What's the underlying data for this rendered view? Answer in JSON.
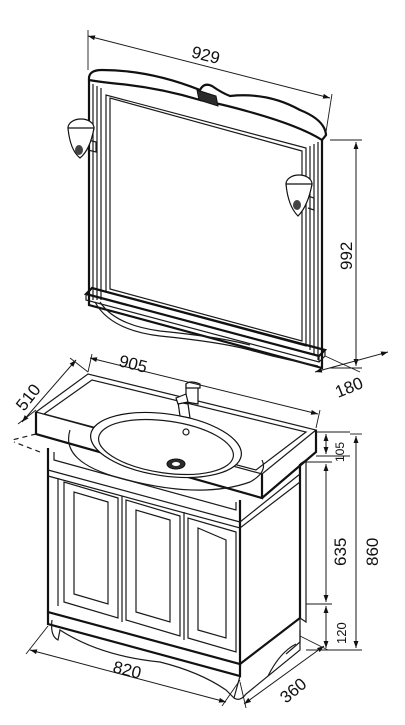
{
  "dimensions": {
    "mirror_width": "929",
    "mirror_height": "992",
    "mirror_depth": "180",
    "top_width": "905",
    "top_depth": "510",
    "top_thickness": "105",
    "body_height": "635",
    "total_height": "860",
    "leg_height": "120",
    "base_width": "820",
    "base_depth": "360"
  }
}
